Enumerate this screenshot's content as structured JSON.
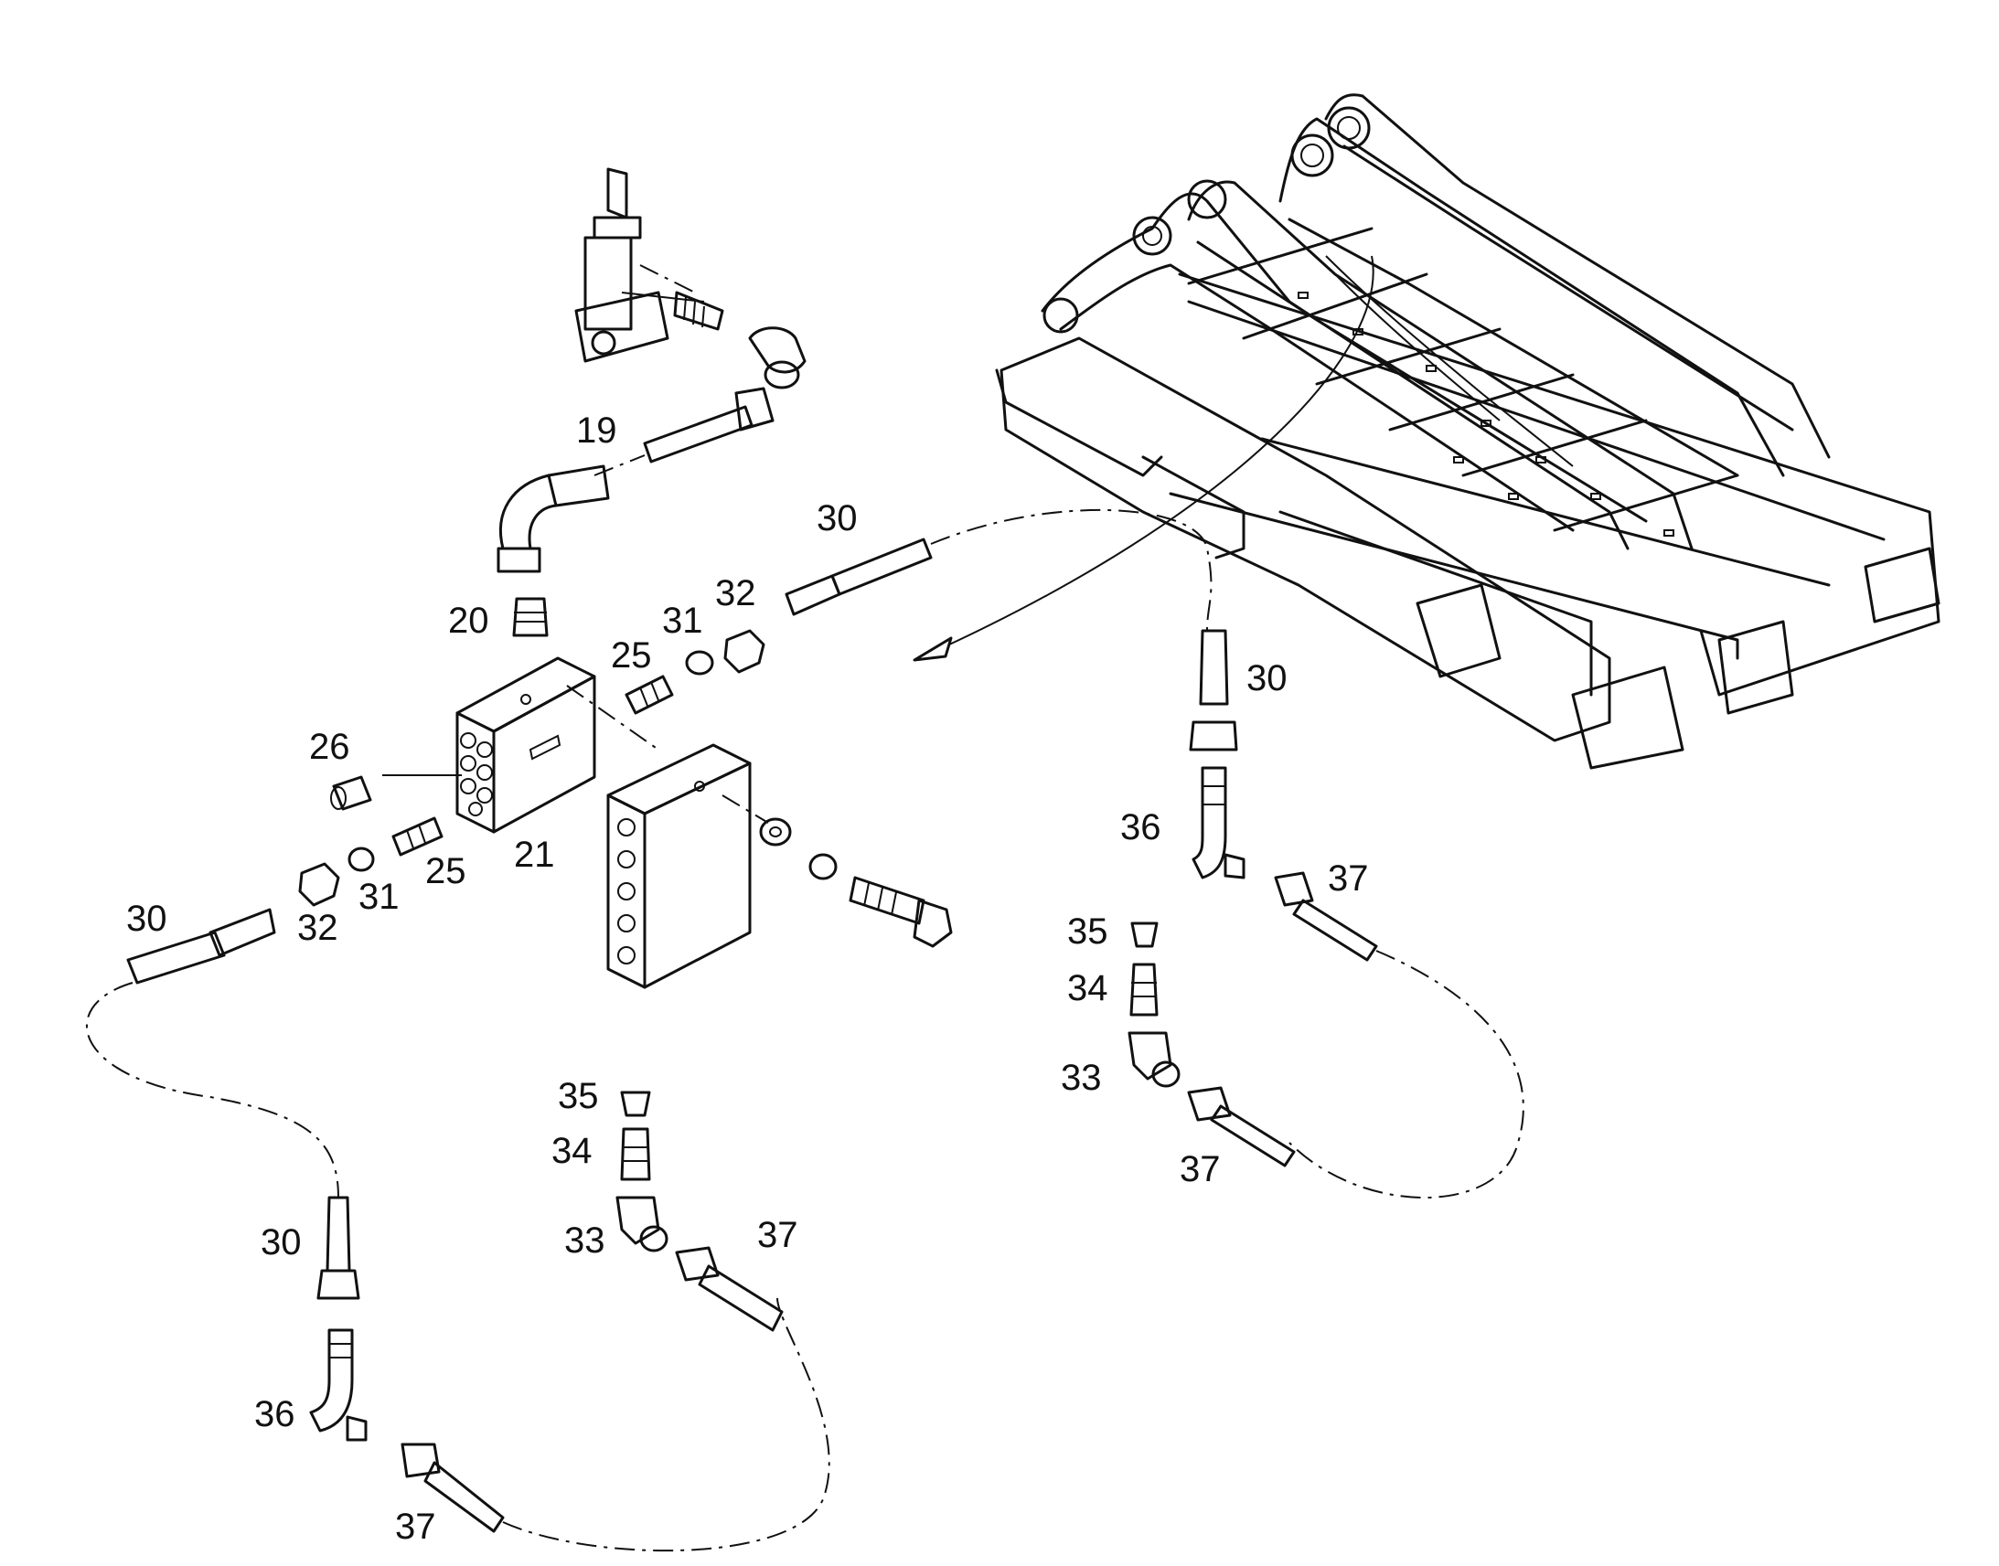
{
  "callouts": [
    {
      "id": "c19a",
      "text": "19"
    },
    {
      "id": "c30a",
      "text": "30"
    },
    {
      "id": "c20",
      "text": "20"
    },
    {
      "id": "c32a",
      "text": "32"
    },
    {
      "id": "c31a",
      "text": "31"
    },
    {
      "id": "c25a",
      "text": "25"
    },
    {
      "id": "c30b",
      "text": "30"
    },
    {
      "id": "c26",
      "text": "26"
    },
    {
      "id": "c21",
      "text": "21"
    },
    {
      "id": "c25b",
      "text": "25"
    },
    {
      "id": "c31b",
      "text": "31"
    },
    {
      "id": "c32b",
      "text": "32"
    },
    {
      "id": "c30c",
      "text": "30"
    },
    {
      "id": "c36a",
      "text": "36"
    },
    {
      "id": "c37a",
      "text": "37"
    },
    {
      "id": "c35a",
      "text": "35"
    },
    {
      "id": "c34a",
      "text": "34"
    },
    {
      "id": "c33a",
      "text": "33"
    },
    {
      "id": "c37b",
      "text": "37"
    },
    {
      "id": "c35b",
      "text": "35"
    },
    {
      "id": "c34b",
      "text": "34"
    },
    {
      "id": "c33b",
      "text": "33"
    },
    {
      "id": "c37c",
      "text": "37"
    },
    {
      "id": "c30d",
      "text": "30"
    },
    {
      "id": "c36b",
      "text": "36"
    },
    {
      "id": "c37d",
      "text": "37"
    }
  ]
}
